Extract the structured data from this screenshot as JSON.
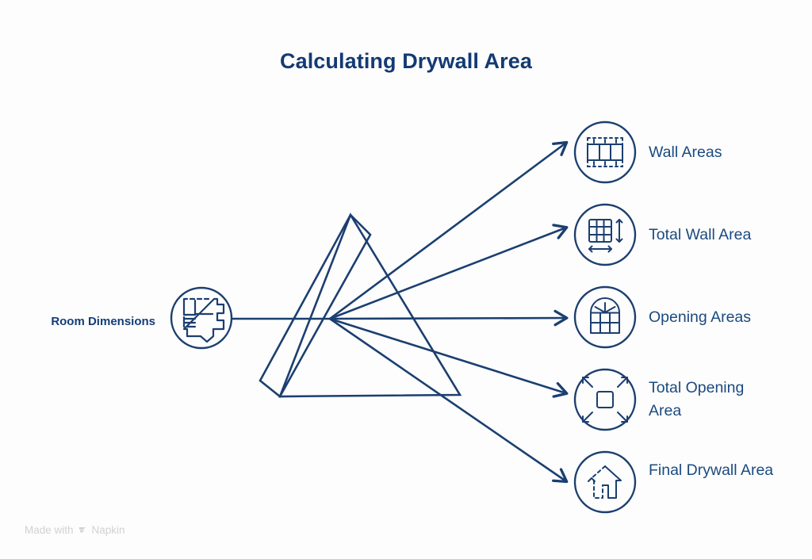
{
  "title": "Calculating Drywall Area",
  "colors": {
    "background": "#fdfdfd",
    "title": "#133a73",
    "stroke": "#1b3f70",
    "label": "#1b4a80",
    "watermark": "#d2d2d2"
  },
  "source": {
    "label": "Room Dimensions",
    "icon": "floor-plan-icon"
  },
  "prism": {
    "name": "triangular-prism-shape"
  },
  "outputs": [
    {
      "label": "Wall Areas",
      "icon": "wall-panels-icon"
    },
    {
      "label": "Total Wall Area",
      "icon": "grid-measure-icon"
    },
    {
      "label": "Opening Areas",
      "icon": "arched-window-icon"
    },
    {
      "label": "Total Opening Area",
      "icon": "expand-square-icon"
    },
    {
      "label": "Final Drywall Area",
      "icon": "house-arrow-icon"
    }
  ],
  "watermark": {
    "prefix": "Made with",
    "brand": "Napkin"
  }
}
